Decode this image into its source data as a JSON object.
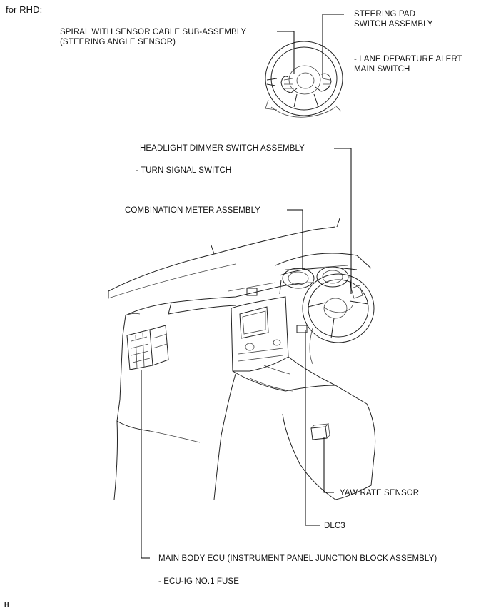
{
  "header": "for RHD:",
  "footer_code": "H",
  "labels": {
    "spiral_line1": "SPIRAL WITH SENSOR CABLE SUB-ASSEMBLY",
    "spiral_line2": "(STEERING ANGLE SENSOR)",
    "steering_pad_line1": "STEERING PAD",
    "steering_pad_line2": "SWITCH ASSEMBLY",
    "lane_line1": "- LANE DEPARTURE ALERT",
    "lane_line2": "MAIN SWITCH",
    "headlight": "HEADLIGHT DIMMER SWITCH ASSEMBLY",
    "turn_signal": "- TURN SIGNAL SWITCH",
    "combination_meter": "COMBINATION METER ASSEMBLY",
    "yaw_rate": "YAW RATE SENSOR",
    "dlc3": "DLC3",
    "main_body_ecu": "MAIN BODY ECU (INSTRUMENT PANEL JUNCTION BLOCK ASSEMBLY)",
    "ecu_ig_fuse": "- ECU-IG NO.1 FUSE"
  }
}
